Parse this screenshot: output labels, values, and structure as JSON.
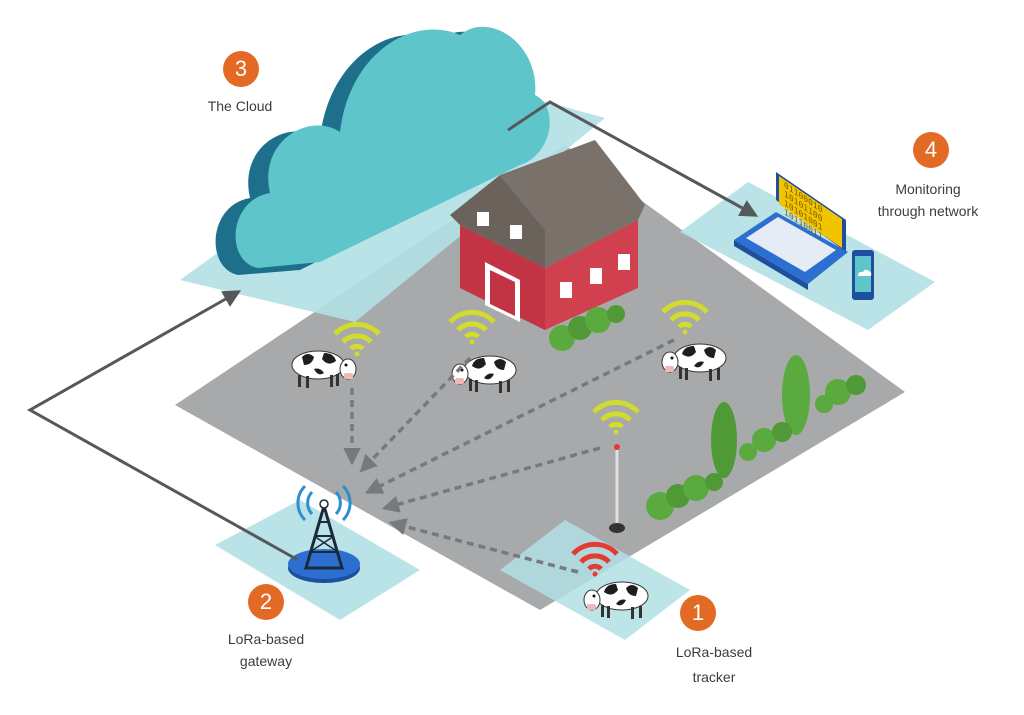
{
  "colors": {
    "badge": "#e36a24",
    "ground": "#a8a9ab",
    "zone": "#b2e0e4",
    "cloud": "#5ec5cb",
    "cloud_shadow": "#1d6f8c",
    "barn_red": "#d1404f",
    "barn_roof": "#6b625c",
    "tree": "#5aaa3f",
    "signal_yellow": "#d1dc2c",
    "signal_red": "#e53a31",
    "flow_line": "#55595c",
    "laptop_screen": "#f2c400"
  },
  "steps": [
    {
      "number": "1",
      "label_lines": [
        "LoRa-based",
        "tracker"
      ]
    },
    {
      "number": "2",
      "label_lines": [
        "LoRa-based",
        "gateway"
      ]
    },
    {
      "number": "3",
      "label_lines": [
        "The Cloud"
      ]
    },
    {
      "number": "4",
      "label_lines": [
        "Monitoring",
        "through network"
      ]
    }
  ],
  "icons": [
    "cloud-icon",
    "barn-icon",
    "cow-icon",
    "wifi-signal-icon",
    "gateway-tower-icon",
    "laptop-icon",
    "smartphone-icon",
    "tree-icon"
  ],
  "laptop_screen_text": [
    "01100010",
    "10101100",
    "10101001",
    "10110011"
  ]
}
